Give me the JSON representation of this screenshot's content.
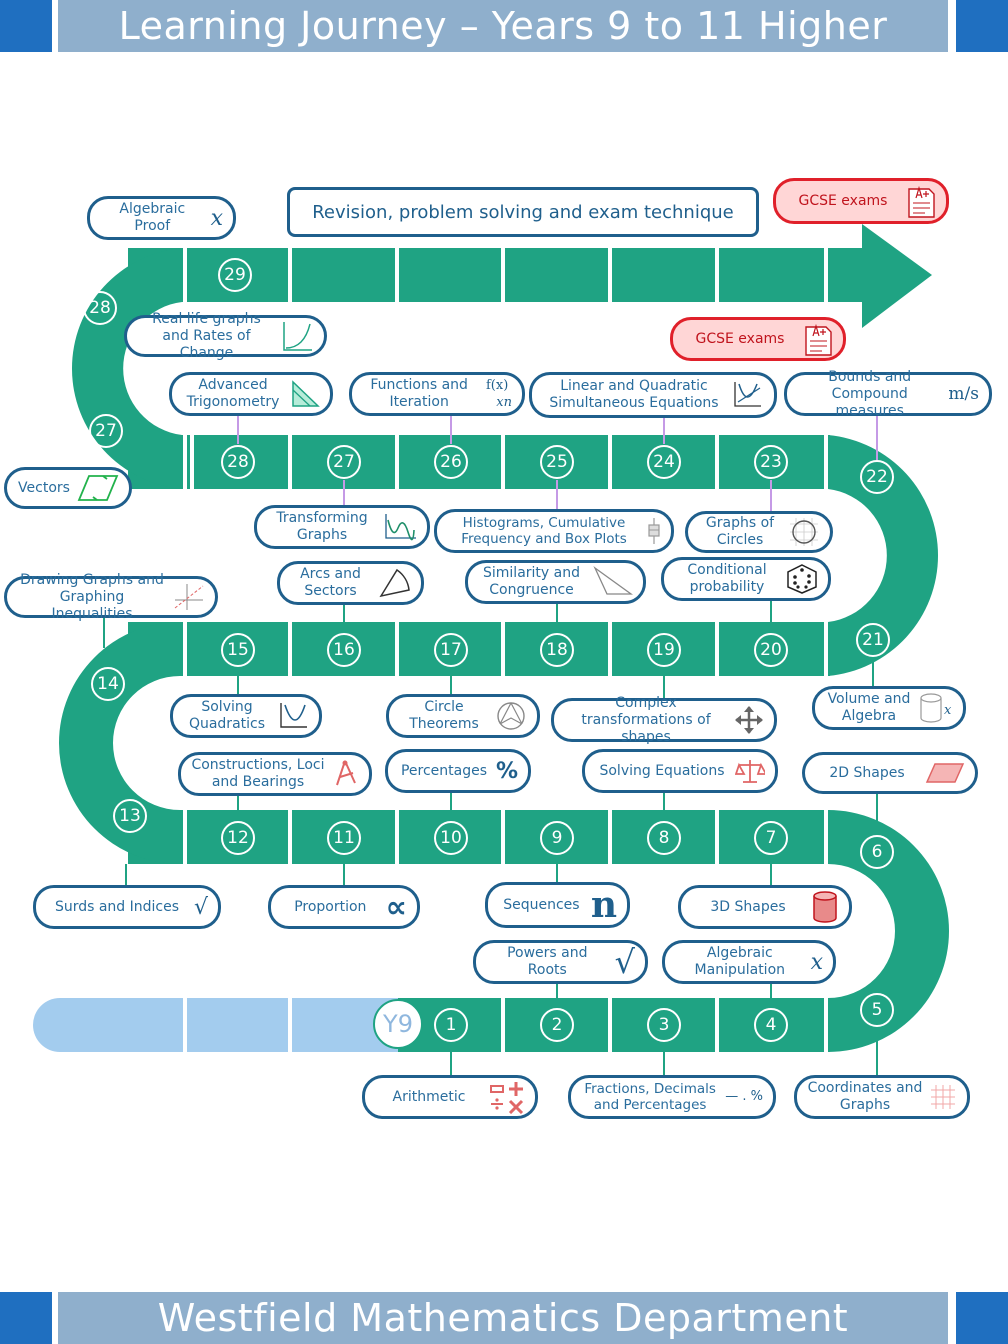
{
  "header": {
    "title": "Learning Journey –  Years 9 to 11 Higher"
  },
  "footer": {
    "title": "Westfield Mathematics Department"
  },
  "start_label": "Y9",
  "colors": {
    "road": "#1fa383",
    "road_start": "#a3ccee",
    "box_border": "#1f5f8c",
    "box_text": "#2a6d9d",
    "exam_border": "#e0202a",
    "exam_fill": "#ffd6d6",
    "header": "#8fafcc",
    "header_side": "#1f6fc0",
    "connector": "#c59ae6"
  },
  "steps": [
    "1",
    "2",
    "3",
    "4",
    "5",
    "6",
    "7",
    "8",
    "9",
    "10",
    "11",
    "12",
    "13",
    "14",
    "15",
    "16",
    "17",
    "18",
    "19",
    "20",
    "21",
    "22",
    "23",
    "24",
    "25",
    "26",
    "27",
    "28",
    "27",
    "28",
    "29"
  ],
  "topics": {
    "arithmetic": "Arithmetic",
    "fdp": "Fractions, Decimals and Percentages",
    "coord": "Coordinates and Graphs",
    "powers": "Powers and Roots",
    "algman": "Algebraic Manipulation",
    "surds": "Surds and Indices",
    "proportion": "Proportion",
    "sequences": "Sequences",
    "shapes3d": "3D Shapes",
    "constructions": "Constructions, Loci and Bearings",
    "percentages": "Percentages",
    "solving_eq": "Solving  Equations",
    "shapes2d": "2D Shapes",
    "volume": "Volume and Algebra",
    "solving_quad": "Solving Quadratics",
    "circle_th": "Circle Theorems",
    "complex_trans": "Complex transformations of shapes",
    "drawing_graphs": "Drawing Graphs and Graphing Inequalities",
    "arcs": "Arcs and Sectors",
    "similarity": "Similarity  and Congruence",
    "conditional": "Conditional probability",
    "transforming": "Transforming Graphs",
    "histograms": "Histograms,  Cumulative Frequency and Box Plots",
    "graphs_circles": "Graphs of Circles",
    "vectors": "Vectors",
    "adv_trig": "Advanced Trigonometry",
    "functions": "Functions and Iteration",
    "linear_quad": "Linear  and  Quadratic Simultaneous   Equations",
    "bounds": "Bounds and Compound measures",
    "real_life": "Real life graphs and Rates of Change",
    "alg_proof": "Algebraic Proof",
    "revision": "Revision, problem solving and exam technique",
    "gcse1": "GCSE  exams",
    "gcse2": "GCSE  exams"
  },
  "icons": {
    "fdp": "— . %",
    "powers": "√",
    "algman": "x",
    "surds": "√",
    "proportion": "∝",
    "sequences": "n",
    "percentages": "%",
    "volume": "x",
    "functions_f": "f(x)",
    "functions_x": "xn",
    "bounds": "m/s",
    "alg_proof": "x"
  }
}
